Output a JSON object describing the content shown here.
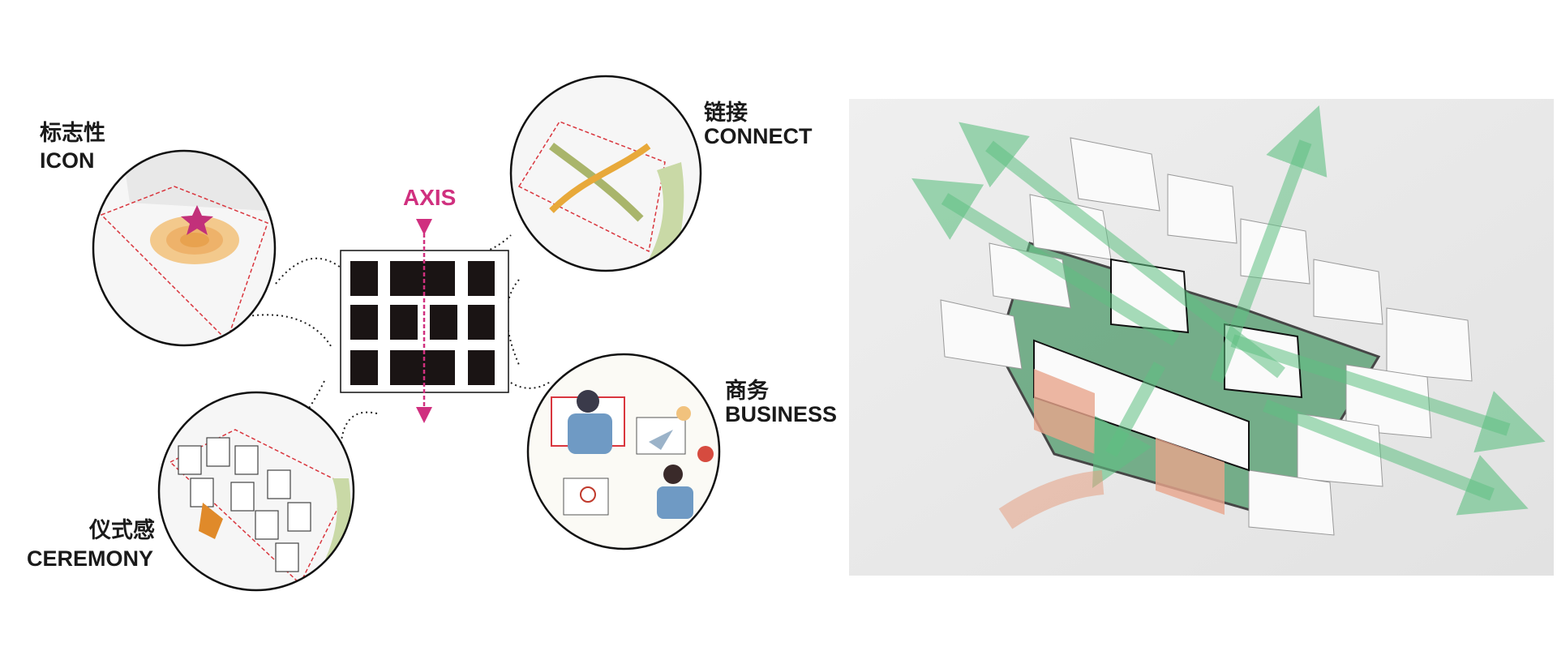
{
  "labels": {
    "icon_cn": "标志性",
    "icon_en": "ICON",
    "connect_cn": "链接",
    "connect_en": "CONNECT",
    "business_cn": "商务",
    "business_en": "BUSINESS",
    "ceremony_cn": "仪式感",
    "ceremony_en": "CEREMONY",
    "axis": "AXIS"
  },
  "colors": {
    "axis": "#d0307f",
    "green": "#3f9e63",
    "orange": "#e8a13a",
    "salmon": "#e59a7a",
    "star": "#c2307a"
  }
}
